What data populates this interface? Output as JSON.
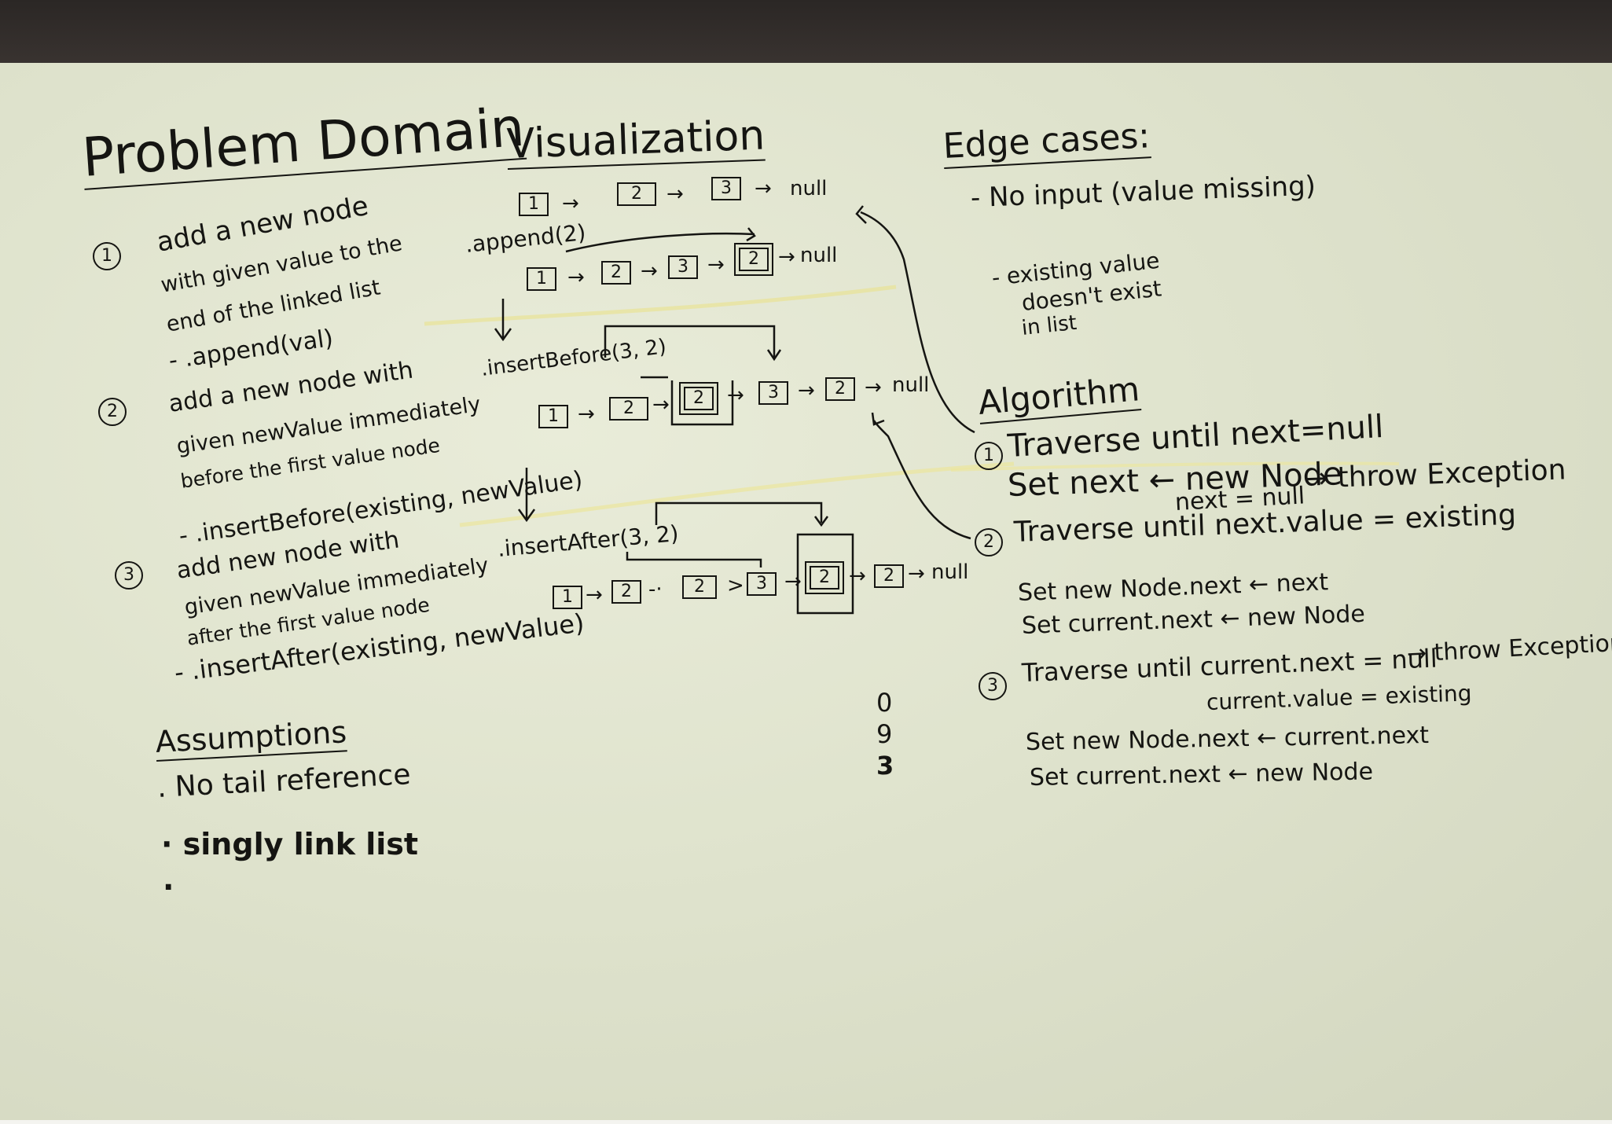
{
  "problem_domain": {
    "title": "Problem Domain",
    "items": [
      {
        "number": "1",
        "lines": [
          "add a new node",
          "with given value to the",
          "end of the linked list"
        ],
        "method": "- .append(val)"
      },
      {
        "number": "2",
        "lines": [
          "add a new node with",
          "given newValue immediately",
          "before the first value node"
        ],
        "method": "- .insertBefore(existing, newValue)"
      },
      {
        "number": "3",
        "lines": [
          "add new node with",
          "given newValue immediately",
          "after the first value node"
        ],
        "method": "- .insertAfter(existing, newValue)"
      }
    ]
  },
  "assumptions": {
    "title": "Assumptions",
    "items": [
      ". No tail reference",
      "· singly link list",
      "."
    ]
  },
  "visualization": {
    "title": "Visualization",
    "base_list": [
      "1",
      "2",
      "3"
    ],
    "null_label": "null",
    "append": {
      "call": ".append(2)",
      "list": [
        "1",
        "2",
        "3",
        "2"
      ]
    },
    "insert_before": {
      "call": ".insertBefore(3, 2)",
      "list": [
        "1",
        "2",
        "2",
        "3",
        "2"
      ]
    },
    "insert_after": {
      "call": ".insertAfter(3, 2)",
      "list": [
        "1",
        "2",
        "2",
        "3",
        "2",
        "2"
      ]
    },
    "margin_numbers": [
      "0",
      "9",
      "3"
    ]
  },
  "edge_cases": {
    "title": "Edge cases:",
    "items": [
      "- No input (value missing)",
      "- existing value",
      "doesn't exist",
      "in list"
    ]
  },
  "algorithm": {
    "title": "Algorithm",
    "steps": [
      {
        "number": "1",
        "lines": [
          "Traverse until next=null",
          "Set next ← new Node"
        ],
        "exception": "→ throw Exception"
      },
      {
        "number": "2",
        "lines": [
          "Traverse until next.value = existing",
          "Set new Node.next ← next",
          "Set current.next ← new Node"
        ],
        "aside": "next = null"
      },
      {
        "number": "3",
        "lines": [
          "Traverse until current.next = null",
          "current.value = existing",
          "Set new Node.next ← current.next",
          "Set current.next ← new Node"
        ],
        "exception": "→ throw Exception"
      }
    ]
  }
}
